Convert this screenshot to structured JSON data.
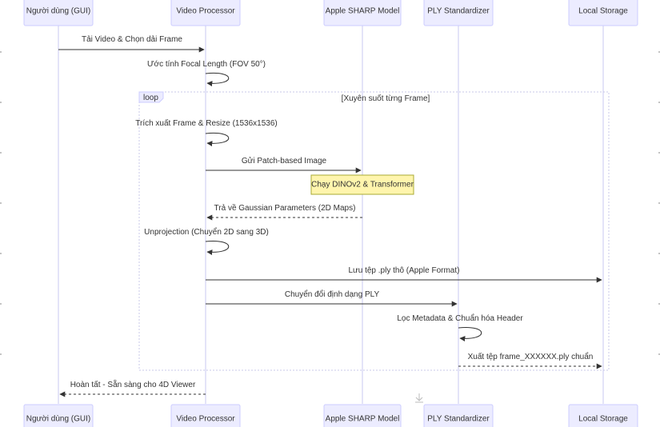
{
  "actors": [
    {
      "id": "gui",
      "label": "Người dùng (GUI)"
    },
    {
      "id": "vp",
      "label": "Video Processor"
    },
    {
      "id": "sharp",
      "label": "Apple SHARP Model"
    },
    {
      "id": "ply",
      "label": "PLY Standardizer"
    },
    {
      "id": "ls",
      "label": "Local Storage"
    }
  ],
  "messages": [
    {
      "text": "Tải Video & Chọn dải Frame",
      "from": "gui",
      "to": "vp",
      "style": "solid"
    },
    {
      "text": "Ước tính Focal Length (FOV 50°)",
      "from": "vp",
      "to": "vp",
      "style": "self"
    },
    {
      "text": "Trích xuất Frame & Resize (1536x1536)",
      "from": "vp",
      "to": "vp",
      "style": "self"
    },
    {
      "text": "Gửi Patch-based Image",
      "from": "vp",
      "to": "sharp",
      "style": "solid"
    },
    {
      "text": "Trả về Gaussian Parameters (2D Maps)",
      "from": "sharp",
      "to": "vp",
      "style": "dashed"
    },
    {
      "text": "Unprojection (Chuyển 2D sang 3D)",
      "from": "vp",
      "to": "vp",
      "style": "self"
    },
    {
      "text": "Lưu tệp .ply thô (Apple Format)",
      "from": "vp",
      "to": "ls",
      "style": "solid"
    },
    {
      "text": "Chuyển đổi định dạng PLY",
      "from": "vp",
      "to": "ply",
      "style": "solid"
    },
    {
      "text": "Lọc Metadata & Chuẩn hóa Header",
      "from": "ply",
      "to": "ply",
      "style": "self"
    },
    {
      "text": "Xuất tệp frame_XXXXXX.ply chuẩn",
      "from": "ply",
      "to": "ls",
      "style": "dashed"
    },
    {
      "text": "Hoàn tất - Sẵn sàng cho 4D Viewer",
      "from": "vp",
      "to": "gui",
      "style": "dashed"
    }
  ],
  "loop": {
    "keyword": "loop",
    "condition": "[Xuyên suốt từng Frame]"
  },
  "note": {
    "text": "Chạy DINOv2 & Transformer"
  },
  "colors": {
    "actor_fill": "#ECECFF",
    "actor_stroke": "#CCCCFF",
    "note_fill": "#FFF5AD",
    "note_stroke": "#AAAA33",
    "line": "#333333"
  }
}
